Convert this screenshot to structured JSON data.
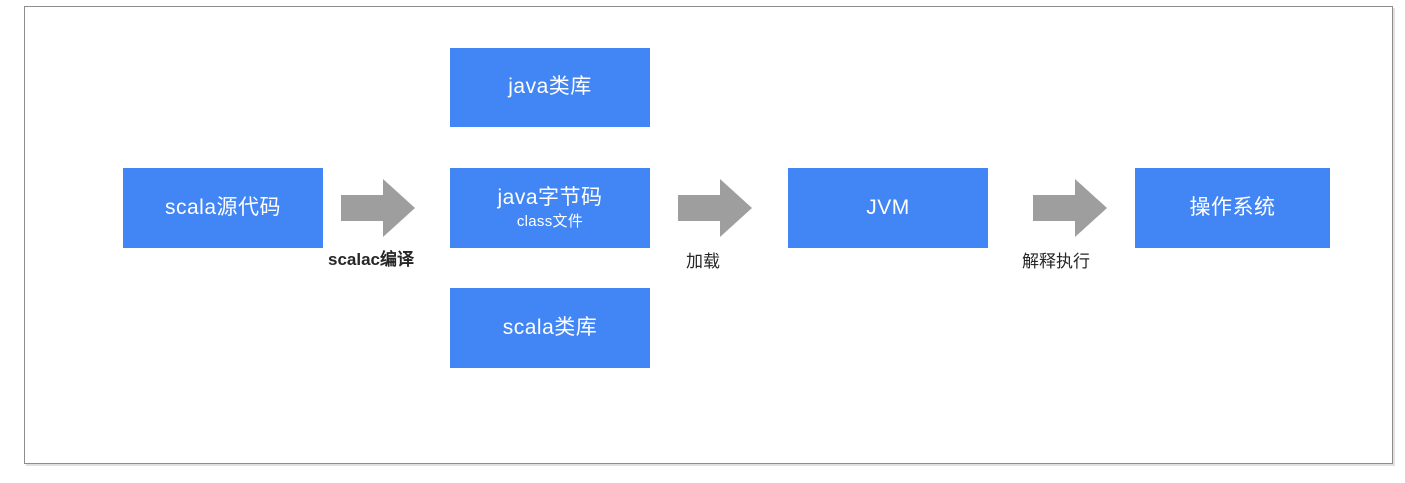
{
  "diagram": {
    "title": "scala compilation and execution pipeline",
    "colors": {
      "box_fill": "#4285f4",
      "box_text": "#ffffff",
      "arrow_fill": "#9e9e9e",
      "caption_text": "#262626",
      "frame_border": "#8d8d8d",
      "background": "#ffffff"
    },
    "boxes": [
      {
        "id": "scala-source",
        "line1": "scala源代码",
        "line2": ""
      },
      {
        "id": "java-lib",
        "line1": "java类库",
        "line2": ""
      },
      {
        "id": "bytecode",
        "line1": "java字节码",
        "line2": "class文件"
      },
      {
        "id": "scala-lib",
        "line1": "scala类库",
        "line2": ""
      },
      {
        "id": "jvm",
        "line1": "JVM",
        "line2": ""
      },
      {
        "id": "os",
        "line1": "操作系统",
        "line2": ""
      }
    ],
    "arrows": [
      {
        "id": "compile",
        "icon": "right-block-arrow-icon",
        "caption": "scalac编译"
      },
      {
        "id": "load",
        "icon": "right-block-arrow-icon",
        "caption": "加载"
      },
      {
        "id": "exec",
        "icon": "right-block-arrow-icon",
        "caption": "解释执行"
      }
    ]
  }
}
